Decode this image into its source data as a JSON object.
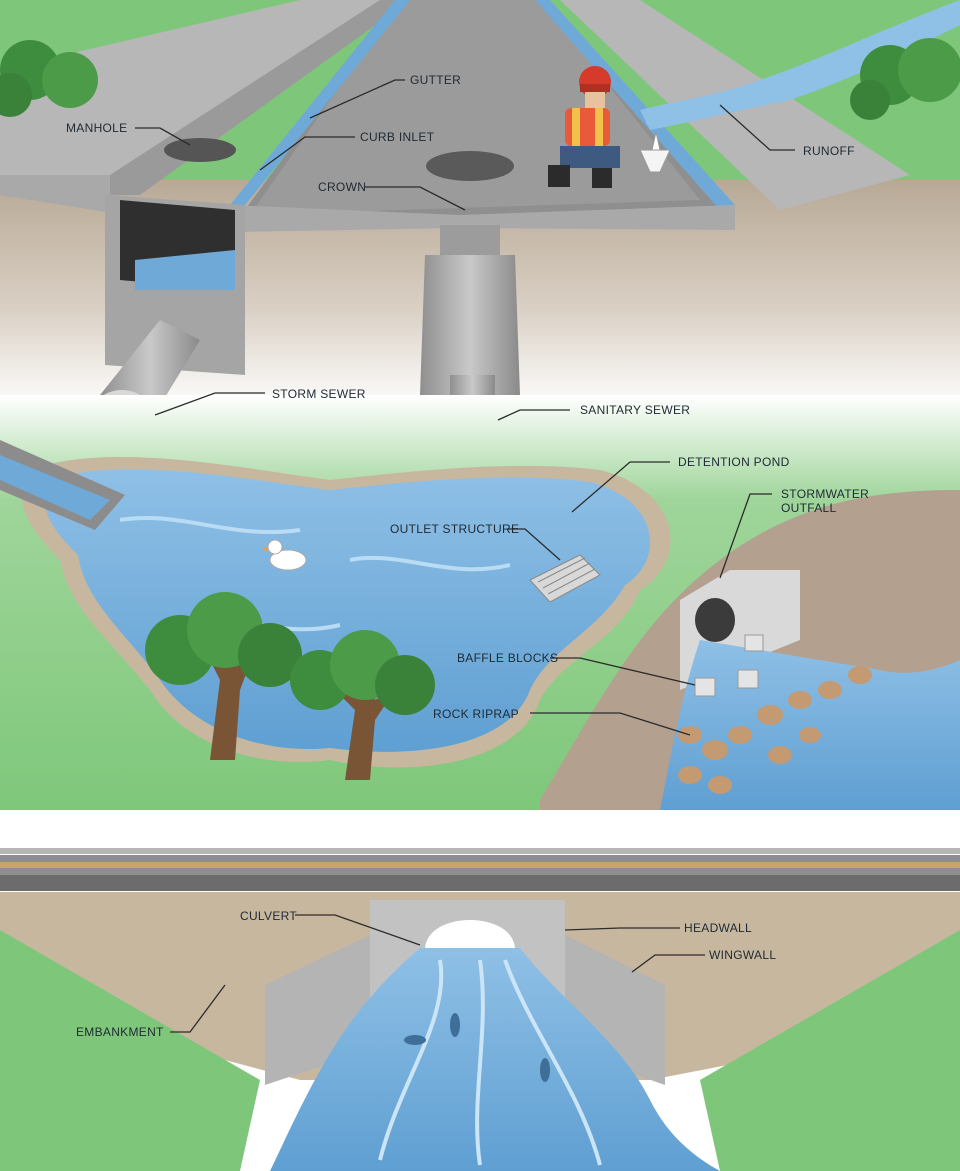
{
  "labels": {
    "gutter": "GUTTER",
    "manhole": "MANHOLE",
    "curb_inlet": "CURB INLET",
    "crown": "CROWN",
    "runoff": "RUNOFF",
    "storm_sewer": "STORM SEWER",
    "sanitary_sewer": "SANITARY SEWER",
    "detention_pond": "DETENTION POND",
    "stormwater_outfall_line1": "STORMWATER",
    "stormwater_outfall_line2": "OUTFALL",
    "outlet_structure": "OUTLET STRUCTURE",
    "baffle_blocks": "BAFFLE BLOCKS",
    "rock_riprap": "ROCK RIPRAP",
    "culvert": "CULVERT",
    "headwall": "HEADWALL",
    "wingwall": "WINGWALL",
    "embankment": "EMBANKMENT"
  },
  "colors": {
    "grass": "#7ec77a",
    "grass_dark": "#5fae5c",
    "soil": "#b9aa98",
    "concrete": "#a8a8a8",
    "concrete_dark": "#7d7d7d",
    "water": "#6fa9d8",
    "water_light": "#a9d0ee",
    "tree_leaf": "#3e8d3e",
    "trunk": "#7a5535",
    "rail": "#c9a46a",
    "leader": "#2b2b2b"
  },
  "icons": {
    "worker": "worker-icon",
    "duck": "duck-icon",
    "paper_boat": "paper-boat-icon",
    "fish": "fish-icon"
  }
}
